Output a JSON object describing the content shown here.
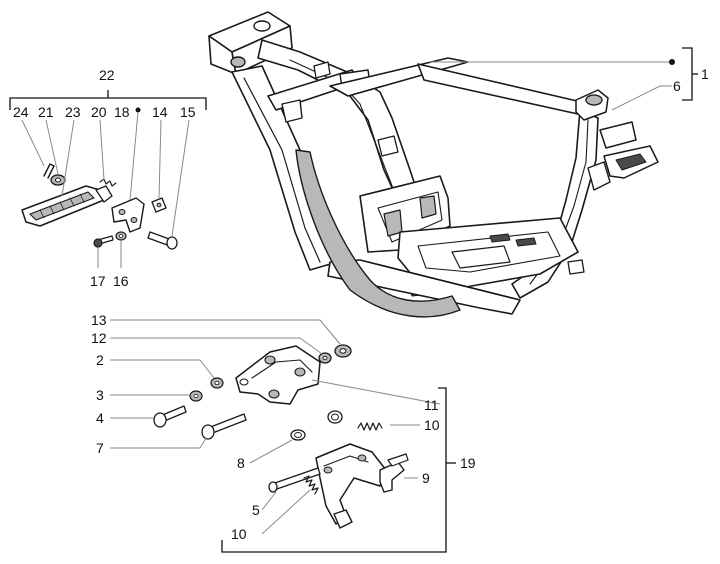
{
  "callouts": {
    "c1": "1",
    "c6": "6",
    "c22": "22",
    "c24": "24",
    "c21": "21",
    "c23": "23",
    "c20": "20",
    "c18": "18",
    "c14": "14",
    "c15": "15",
    "c17": "17",
    "c16": "16",
    "c13": "13",
    "c12": "12",
    "c2": "2",
    "c3": "3",
    "c4": "4",
    "c7": "7",
    "c11": "11",
    "c10a": "10",
    "c8": "8",
    "c19": "19",
    "c9": "9",
    "c5": "5",
    "c10b": "10"
  },
  "colors": {
    "ink": "#1a1a1a",
    "leader": "#8a8a8a",
    "shade": "#b8b8b8",
    "dark": "#4a4a4a"
  }
}
